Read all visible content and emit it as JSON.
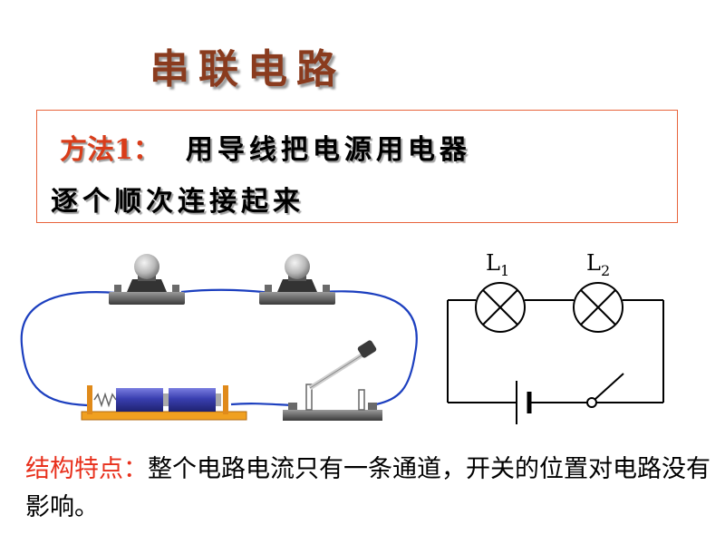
{
  "title": "串联电路",
  "method": {
    "label": "方法1：",
    "text_line1": "用导线把电源用电器",
    "text_line2": "逐个顺次连接起来"
  },
  "schematic": {
    "lamp1_label": "L",
    "lamp1_sub": "1",
    "lamp2_label": "L",
    "lamp2_sub": "2"
  },
  "feature": {
    "label": "结构特点：",
    "text": "整个电路电流只有一条通道，开关的位置对电路没有影响。"
  },
  "colors": {
    "title": "#8a3b1e",
    "accent_red": "#e8301c",
    "wire_blue": "#1c3fbf",
    "battery_blue": "#3a3fb0",
    "box_border": "#e8643c"
  },
  "icons": {
    "bulb": "bulb-icon",
    "battery": "battery-icon",
    "knife_switch": "knife-switch-icon",
    "lamp_symbol": "lamp-symbol-icon",
    "cell_symbol": "cell-symbol-icon",
    "switch_symbol": "switch-symbol-icon"
  }
}
